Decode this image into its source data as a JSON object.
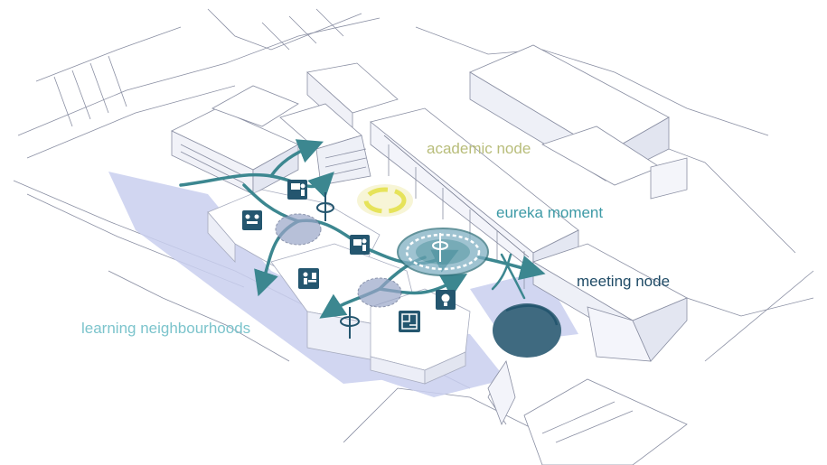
{
  "labels": {
    "academic_node": "academic node",
    "eureka_moment": "eureka moment",
    "meeting_node": "meeting node",
    "learning_neighbourhoods": "learning neighbourhoods"
  },
  "colors": {
    "academic": "#b8bd7a",
    "eureka": "#3d9aa6",
    "meeting": "#1f4b66",
    "learning": "#7cc4cc",
    "teal_path": "#3c8790",
    "yellow_ring": "#e6e35a",
    "meeting_disc": "#3f6a80",
    "icon_tile": "#24566f",
    "shadow": "#c9cfef",
    "building_line": "#8a8fa3"
  },
  "icons": [
    "meeting-table-icon",
    "presentation-icon",
    "rotation-arrow-icon",
    "reading-person-icon",
    "desk-worker-icon",
    "lightbulb-icon",
    "floor-plan-icon"
  ]
}
